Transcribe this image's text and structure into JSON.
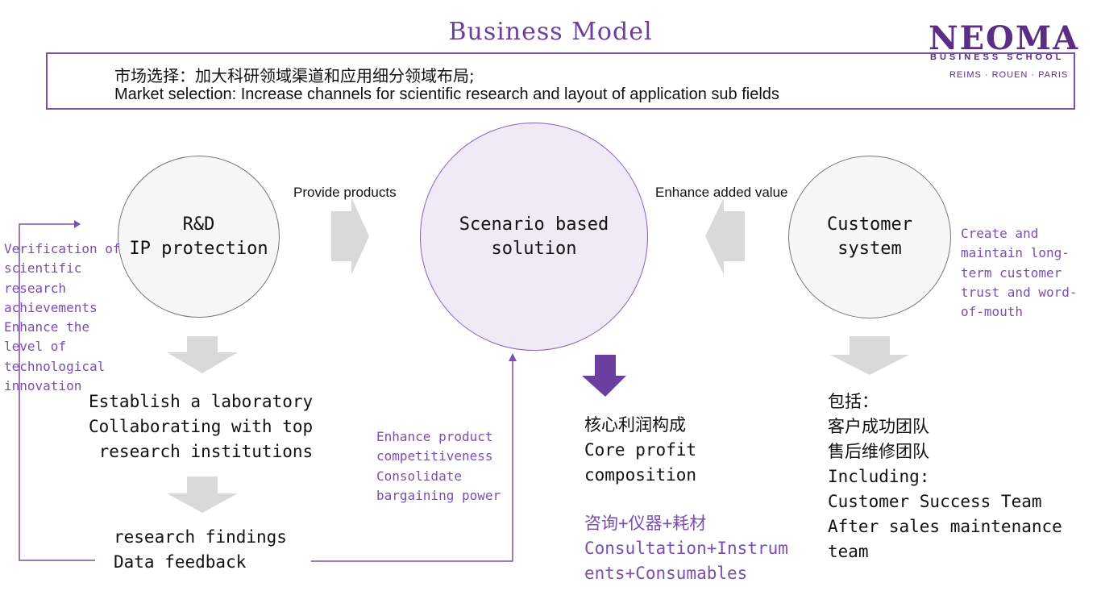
{
  "title": "Business Model",
  "logo": {
    "name": "NEOMA",
    "subtitle": "BUSINESS SCHOOL",
    "cities": "REIMS · ROUEN · PARIS"
  },
  "banner": {
    "zh": "市场选择：加大科研领域渠道和应用细分领域布局;",
    "en": "Market selection: Increase channels for scientific research and layout of application sub fields"
  },
  "circles": {
    "left": [
      "R&D",
      "IP protection"
    ],
    "middle": [
      "Scenario based",
      "solution"
    ],
    "right": [
      "Customer",
      "system"
    ]
  },
  "arrow_labels": {
    "left": "Provide products",
    "right": "Enhance added value"
  },
  "side_notes": {
    "left": [
      "Verification of",
      "scientific",
      "research",
      "achievements",
      "Enhance the",
      "level of",
      "technological",
      "innovation"
    ],
    "right": [
      "Create and",
      "maintain long-",
      "term customer",
      "trust and word-",
      "of-mouth"
    ],
    "center": [
      "Enhance product",
      "competitiveness",
      "Consolidate",
      "bargaining power"
    ]
  },
  "left_column": {
    "block1": [
      "Establish a laboratory",
      "Collaborating with top",
      " research institutions"
    ],
    "block2": [
      "research findings",
      "Data feedback"
    ]
  },
  "middle_column": {
    "heading": [
      "核心利润构成",
      "Core profit",
      "composition"
    ],
    "items": [
      "咨询+仪器+耗材",
      "Consultation+Instrum",
      "ents+Consumables"
    ]
  },
  "right_column": {
    "lines": [
      "包括：",
      "客户成功团队",
      "售后维修团队",
      "Including:",
      "Customer Success Team",
      "After sales maintenance",
      "team"
    ]
  },
  "colors": {
    "accent": "#7a4fb0",
    "logo": "#5b2d86",
    "arrow_gray": "#d9d9d9",
    "arrow_purple": "#6b3fa0"
  }
}
